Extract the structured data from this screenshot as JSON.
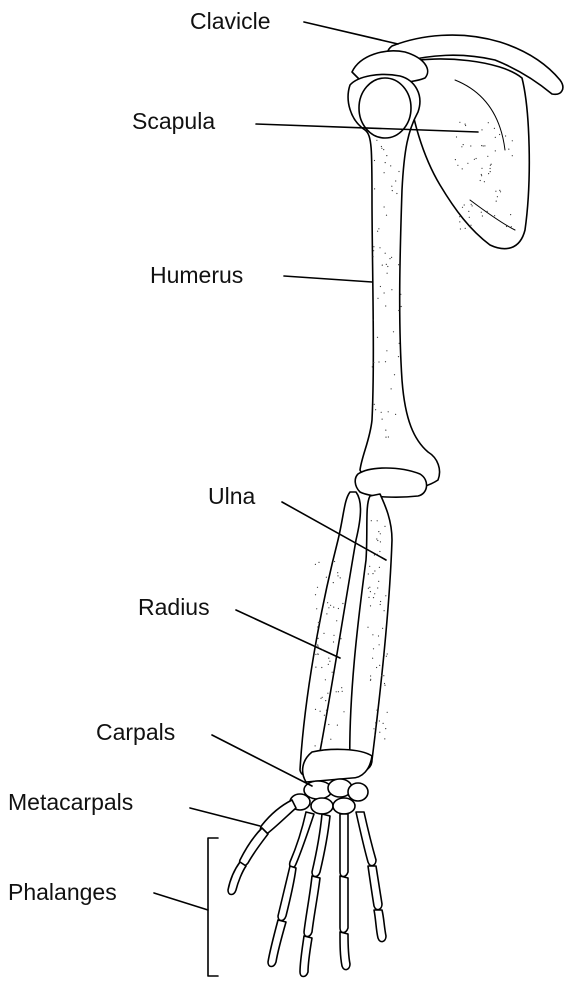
{
  "labels": {
    "clavicle": "Clavicle",
    "scapula": "Scapula",
    "humerus": "Humerus",
    "ulna": "Ulna",
    "radius": "Radius",
    "carpals": "Carpals",
    "metacarpals": "Metacarpals",
    "phalanges": "Phalanges"
  },
  "colors": {
    "line": "#000000",
    "text": "#111111",
    "background": "#ffffff"
  }
}
